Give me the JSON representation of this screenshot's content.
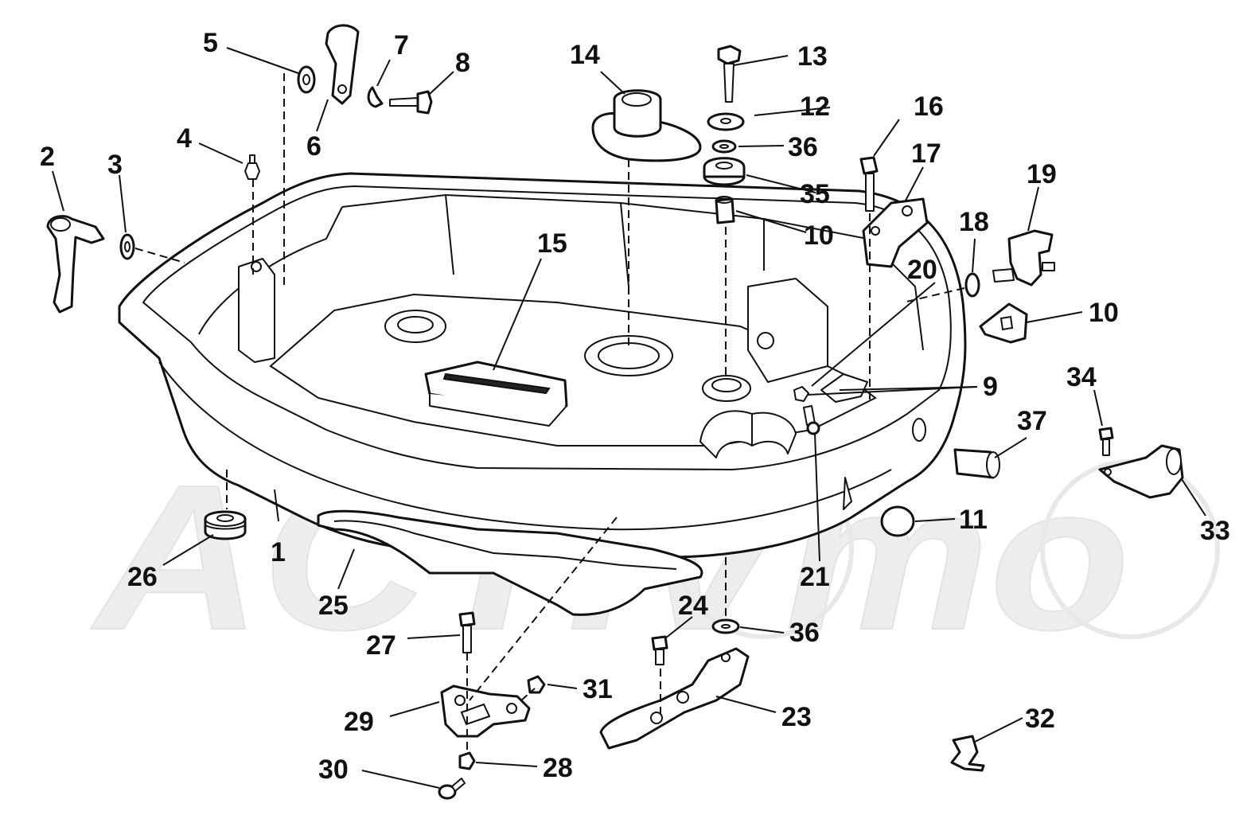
{
  "watermark": {
    "text": "ACTIVmo"
  },
  "callouts": [
    {
      "id": "c1",
      "label": "1"
    },
    {
      "id": "c2",
      "label": "2"
    },
    {
      "id": "c3",
      "label": "3"
    },
    {
      "id": "c4",
      "label": "4"
    },
    {
      "id": "c5",
      "label": "5"
    },
    {
      "id": "c6",
      "label": "6"
    },
    {
      "id": "c7",
      "label": "7"
    },
    {
      "id": "c8",
      "label": "8"
    },
    {
      "id": "c9",
      "label": "9"
    },
    {
      "id": "c10a",
      "label": "10"
    },
    {
      "id": "c10b",
      "label": "10"
    },
    {
      "id": "c11",
      "label": "11"
    },
    {
      "id": "c12",
      "label": "12"
    },
    {
      "id": "c13",
      "label": "13"
    },
    {
      "id": "c14",
      "label": "14"
    },
    {
      "id": "c15",
      "label": "15"
    },
    {
      "id": "c16",
      "label": "16"
    },
    {
      "id": "c17",
      "label": "17"
    },
    {
      "id": "c18",
      "label": "18"
    },
    {
      "id": "c19",
      "label": "19"
    },
    {
      "id": "c20",
      "label": "20"
    },
    {
      "id": "c21",
      "label": "21"
    },
    {
      "id": "c23",
      "label": "23"
    },
    {
      "id": "c24",
      "label": "24"
    },
    {
      "id": "c25",
      "label": "25"
    },
    {
      "id": "c26",
      "label": "26"
    },
    {
      "id": "c27",
      "label": "27"
    },
    {
      "id": "c28",
      "label": "28"
    },
    {
      "id": "c29",
      "label": "29"
    },
    {
      "id": "c30",
      "label": "30"
    },
    {
      "id": "c31",
      "label": "31"
    },
    {
      "id": "c32",
      "label": "32"
    },
    {
      "id": "c33",
      "label": "33"
    },
    {
      "id": "c34",
      "label": "34"
    },
    {
      "id": "c35",
      "label": "35"
    },
    {
      "id": "c36a",
      "label": "36"
    },
    {
      "id": "c36b",
      "label": "36"
    },
    {
      "id": "c37",
      "label": "37"
    }
  ]
}
